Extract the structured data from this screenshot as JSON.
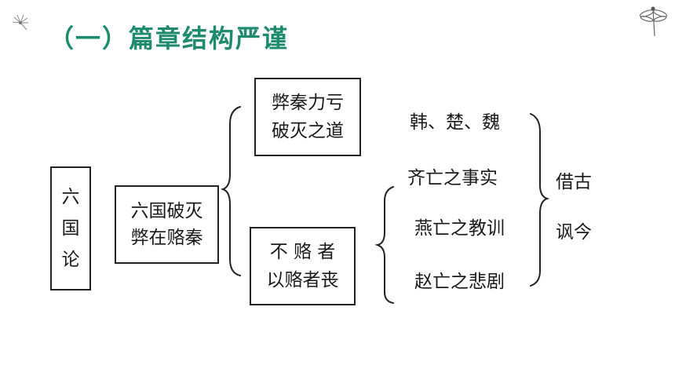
{
  "title": "（一）篇章结构严谨",
  "nodes": {
    "root": [
      "六",
      "国",
      "论"
    ],
    "thesis": [
      "六国破灭",
      "弊在赂秦"
    ],
    "point1": [
      "弊秦力亏",
      "破灭之道"
    ],
    "point2": [
      "不 赂 者",
      "以赂者丧"
    ]
  },
  "examples": {
    "han_chu_wei": "韩、楚、魏",
    "qi": "齐亡之事实",
    "yan": "燕亡之教训",
    "zhao": "赵亡之悲剧"
  },
  "conclusion": [
    "借古",
    "讽今"
  ],
  "colors": {
    "title": "#1e8a6e",
    "line": "#222222"
  },
  "icons": {
    "top_left": "dandelion-icon",
    "top_right": "dragonfly-icon"
  }
}
